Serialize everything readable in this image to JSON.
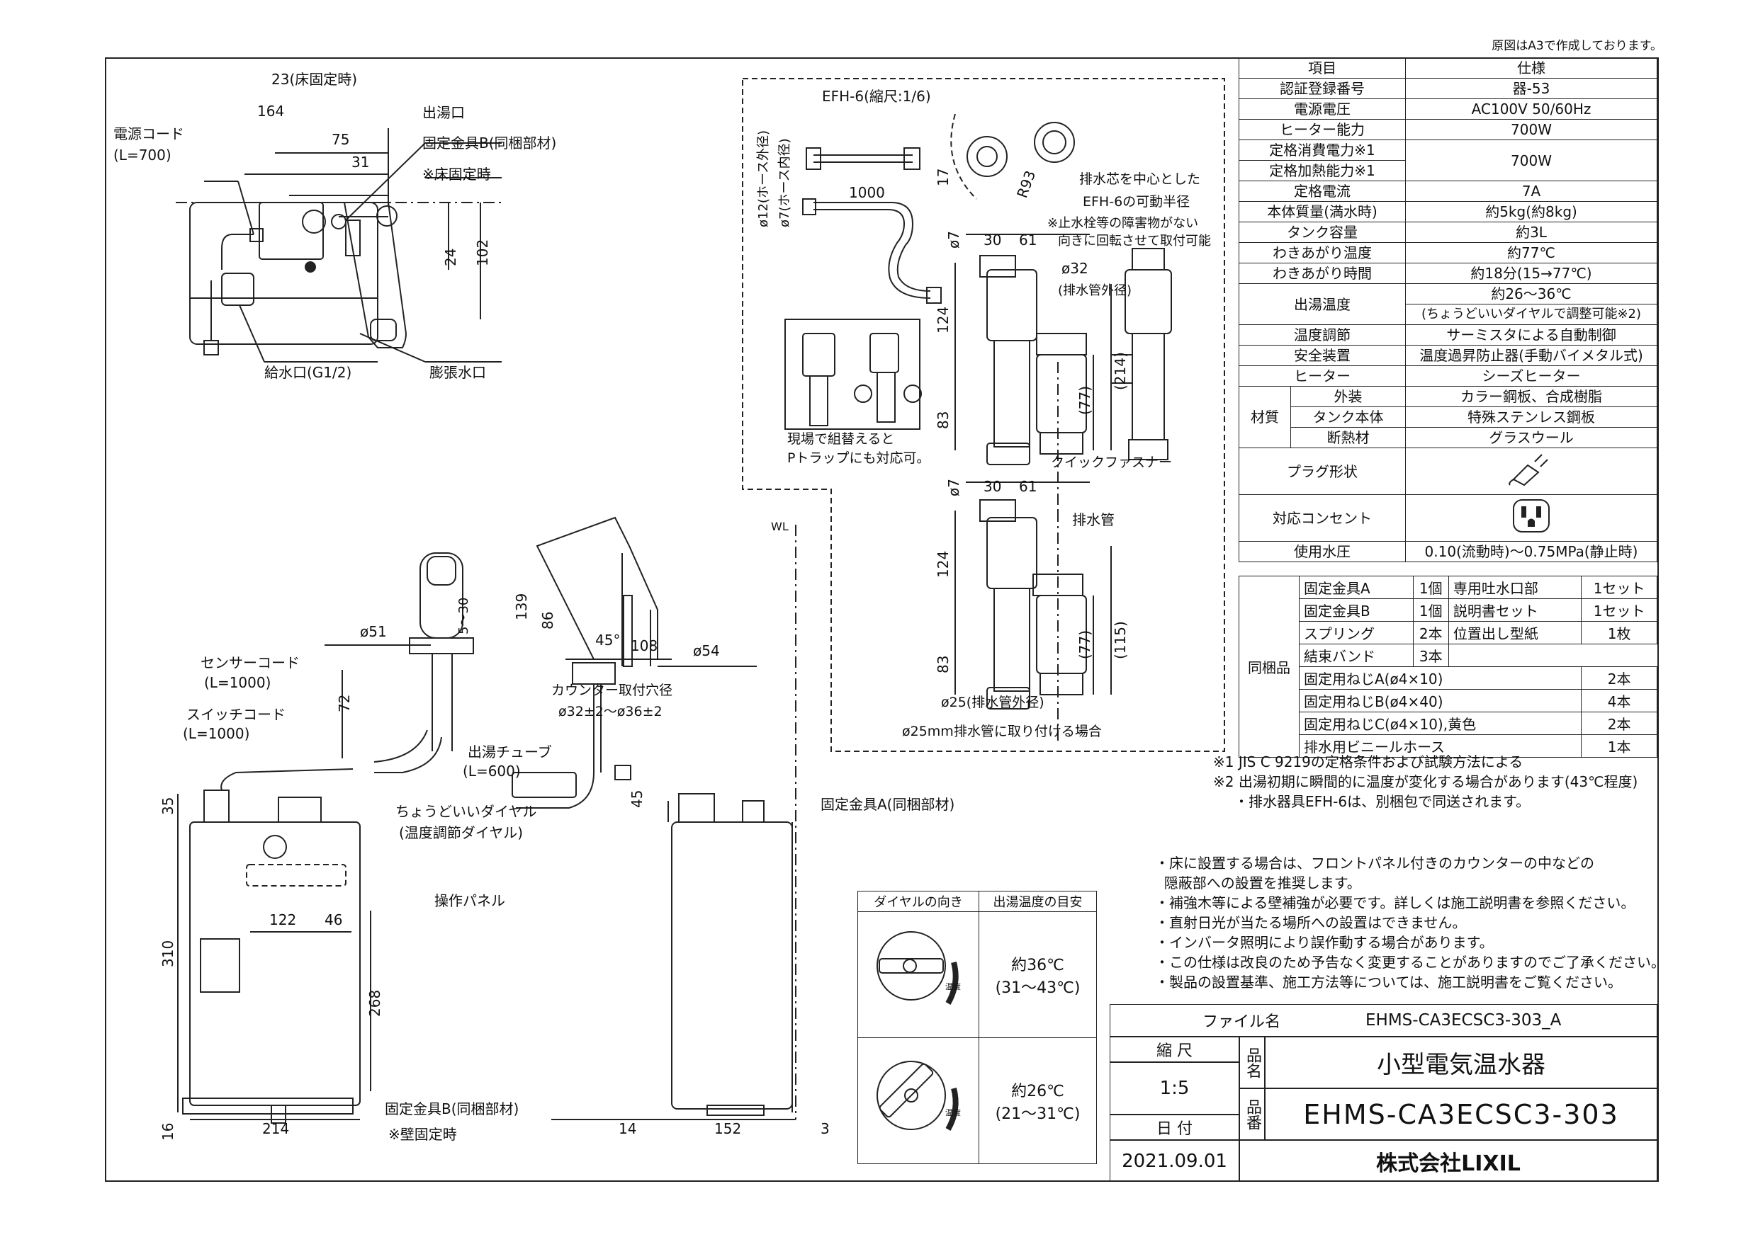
{
  "top_note": "原図はA3で作成しております。",
  "labels": {
    "power_cord": "電源コード",
    "power_cord_len": "(L=700)",
    "dim_23": "23(床固定時)",
    "dim_164": "164",
    "dim_75": "75",
    "dim_31": "31",
    "outlet": "出湯口",
    "bracket_b_top": "固定金具B(同梱部材)",
    "floor_fix_top": "※床固定時",
    "dim_24": "24",
    "dim_102": "102",
    "inlet": "給水口(G1/2)",
    "expansion": "膨張水口",
    "efh_title": "EFH-6(縮尺:1/6)",
    "efh_outer": "ø12(ホース外径)",
    "efh_inner": "ø7(ホース内径)",
    "efh_1000": "1000",
    "efh_17": "17",
    "efh_r93": "R93",
    "efh_note1": "排水芯を中心とした",
    "efh_note2": "EFH-6の可動半径",
    "efh_note3": "※止水栓等の障害物がない",
    "efh_note4": "向きに回転させて取付可能",
    "d_phi7a": "ø7",
    "d_30a": "30",
    "d_61a": "61",
    "d_phi32": "ø32",
    "d_drain_outer": "(排水管外径)",
    "d_124a": "124",
    "d_77a": "(77)",
    "d_214": "(214)",
    "d_83a": "83",
    "ptrap1": "現場で組替えると",
    "ptrap2": "Pトラップにも対応可。",
    "quick": "クイックファスナー",
    "d_phi7b": "ø7",
    "d_30b": "30",
    "d_61b": "61",
    "drain_pipe": "排水管",
    "d_124b": "124",
    "d_77b": "(77)",
    "d_115": "(115)",
    "d_83b": "83",
    "d_phi25": "ø25(排水管外径)",
    "phi25_case": "ø25mm排水管に取り付ける場合",
    "wl": "WL",
    "d_phi51": "ø51",
    "d_5_30": "5〜30",
    "sensor_cord": "センサーコード",
    "sensor_len": "(L=1000)",
    "d_72": "72",
    "switch_cord": "スイッチコード",
    "switch_len": "(L=1000)",
    "outlet_tube": "出湯チューブ",
    "tube_len": "(L=600)",
    "d_35": "35",
    "dial_label": "ちょうどいいダイヤル",
    "dial_sub": "(温度調節ダイヤル)",
    "d_122": "122",
    "d_46": "46",
    "op_panel": "操作パネル",
    "d_310": "310",
    "d_268": "268",
    "bracket_b_bot": "固定金具B(同梱部材)",
    "wall_fix": "※壁固定時",
    "d_16": "16",
    "d_214b": "214",
    "d_139": "139",
    "d_86": "86",
    "d_45deg": "45°",
    "d_108": "108",
    "d_phi54": "ø54",
    "counter_hole": "カウンター取付穴径",
    "counter_dim": "ø32±2〜ø36±2",
    "d_45": "45",
    "bracket_a": "固定金具A(同梱部材)",
    "d_14": "14",
    "d_152": "152",
    "d_3": "3"
  },
  "spec": {
    "header": [
      "項目",
      "仕様"
    ],
    "rows": [
      [
        "認証登録番号",
        "器-53"
      ],
      [
        "電源電圧",
        "AC100V 50/60Hz"
      ],
      [
        "ヒーター能力",
        "700W"
      ],
      [
        "定格消費電力※1",
        "700W"
      ],
      [
        "定格加熱能力※1",
        ""
      ],
      [
        "定格電流",
        "7A"
      ],
      [
        "本体質量(満水時)",
        "約5kg(約8kg)"
      ],
      [
        "タンク容量",
        "約3L"
      ],
      [
        "わきあがり温度",
        "約77℃"
      ],
      [
        "わきあがり時間",
        "約18分(15→77℃)"
      ],
      [
        "出湯温度",
        "約26〜36℃"
      ],
      [
        "",
        "(ちょうどいいダイヤルで調整可能※2)"
      ],
      [
        "温度調節",
        "サーミスタによる自動制御"
      ],
      [
        "安全装置",
        "温度過昇防止器(手動バイメタル式)"
      ],
      [
        "ヒーター",
        "シーズヒーター"
      ]
    ],
    "material_label": "材質",
    "material": [
      [
        "外装",
        "カラー鋼板、合成樹脂"
      ],
      [
        "タンク本体",
        "特殊ステンレス鋼板"
      ],
      [
        "断熱材",
        "グラスウール"
      ]
    ],
    "plug": "プラグ形状",
    "outlet": "対応コンセント",
    "water_pressure_label": "使用水圧",
    "water_pressure": "0.10(流動時)〜0.75MPa(静止時)",
    "bundle_label": "同梱品",
    "bundle": [
      [
        "固定金具A",
        "1個",
        "専用吐水口部",
        "1セット"
      ],
      [
        "固定金具B",
        "1個",
        "説明書セット",
        "1セット"
      ],
      [
        "スプリング",
        "2本",
        "位置出し型紙",
        "1枚"
      ],
      [
        "結束バンド",
        "3本",
        "",
        ""
      ]
    ],
    "bundle2": [
      [
        "固定用ねじA(ø4×10)",
        "2本"
      ],
      [
        "固定用ねじB(ø4×40)",
        "4本"
      ],
      [
        "固定用ねじC(ø4×10),黄色",
        "2本"
      ],
      [
        "排水用ビニールホース",
        "1本"
      ]
    ]
  },
  "footnotes": [
    "※1 JIS C 9219の定格条件および試験方法による",
    "※2 出湯初期に瞬間的に温度が変化する場合があります(43℃程度)",
    "・排水器具EFH-6は、別梱包で同送されます。"
  ],
  "notes": [
    "・床に設置する場合は、フロントパネル付きのカウンターの中などの",
    "  隠蔽部への設置を推奨します。",
    "・補強木等による壁補強が必要です。詳しくは施工説明書を参照ください。",
    "・直射日光が当たる場所への設置はできません。",
    "・インバータ照明により誤作動する場合があります。",
    "・この仕様は改良のため予告なく変更することがありますのでご了承ください。",
    "・製品の設置基準、施工方法等については、施工説明書をご覧ください。"
  ],
  "dial_table": {
    "header": [
      "ダイヤルの向き",
      "出湯温度の目安"
    ],
    "row1": [
      "約36℃",
      "(31〜43℃)"
    ],
    "row2": [
      "約26℃",
      "(21〜31℃)"
    ],
    "dial_caption": "温度"
  },
  "title_block": {
    "file_label": "ファイル名",
    "file_name": "EHMS-CA3ECSC3-303_A",
    "scale_label": "縮 尺",
    "scale": "1:5",
    "name_label": "品名",
    "name": "小型電気温水器",
    "date_label": "日 付",
    "number_label": "品番",
    "number": "EHMS-CA3ECSC3-303",
    "date": "2021.09.01",
    "company": "株式会社LIXIL"
  }
}
